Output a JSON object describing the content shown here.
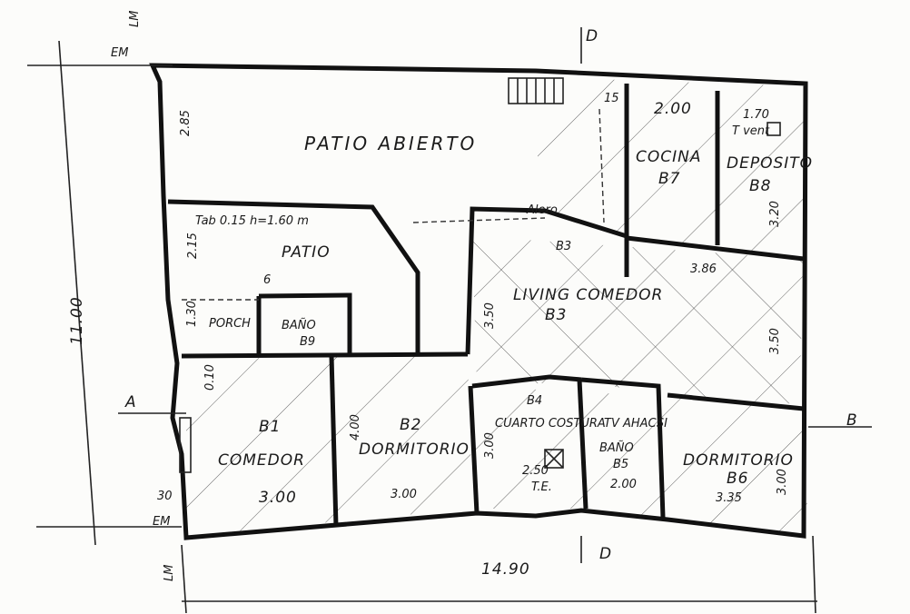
{
  "rooms": {
    "patio_abierto": "PATIO ABIERTO",
    "patio": "PATIO",
    "cocina": "COCINA",
    "cocina_code": "B7",
    "deposito": "DEPOSITO",
    "deposito_code": "B8",
    "porch": "PORCH",
    "bano9": "BAÑO",
    "bano9_code": "B9",
    "living": "LIVING COMEDOR",
    "living_code": "B3",
    "comedor": "COMEDOR",
    "comedor_code": "B1",
    "dorm2": "DORMITORIO",
    "dorm2_code": "B2",
    "costura": "CUARTO COSTURA",
    "costura_code": "B4",
    "bano5": "BAÑO",
    "bano5_code": "B5",
    "bano5_tv": "TV AHACSI",
    "dorm6": "DORMITORIO",
    "dorm6_code": "B6"
  },
  "notes": {
    "tab": "Tab 0.15 h=1.60 m",
    "alero": "Alero",
    "vent": "T vent",
    "te": "T.E."
  },
  "dims": {
    "total_h": "11.00",
    "total_w": "14.90",
    "d200": "2.00",
    "d170": "1.70",
    "d386": "3.86",
    "d350a": "3.50",
    "d350b": "3.50",
    "d300a": "3.00",
    "d300b": "3.00",
    "d335": "3.35",
    "d250": "2.50",
    "d200b": "2.00",
    "d300c": "3.00",
    "d400": "4.00",
    "d300d": "3.00",
    "d285": "2.85",
    "d215": "2.15",
    "d320": "3.20",
    "d130": "1.30",
    "d15": "15",
    "d30": "30",
    "d010": "0.10",
    "b3b3": "B3",
    "p6": "6"
  },
  "markers": {
    "a": "A",
    "b": "B",
    "d_top": "D",
    "d_bottom": "D",
    "em_top": "EM",
    "em_bottom": "EM",
    "lm_top": "LM",
    "lm_bottom": "LM"
  }
}
